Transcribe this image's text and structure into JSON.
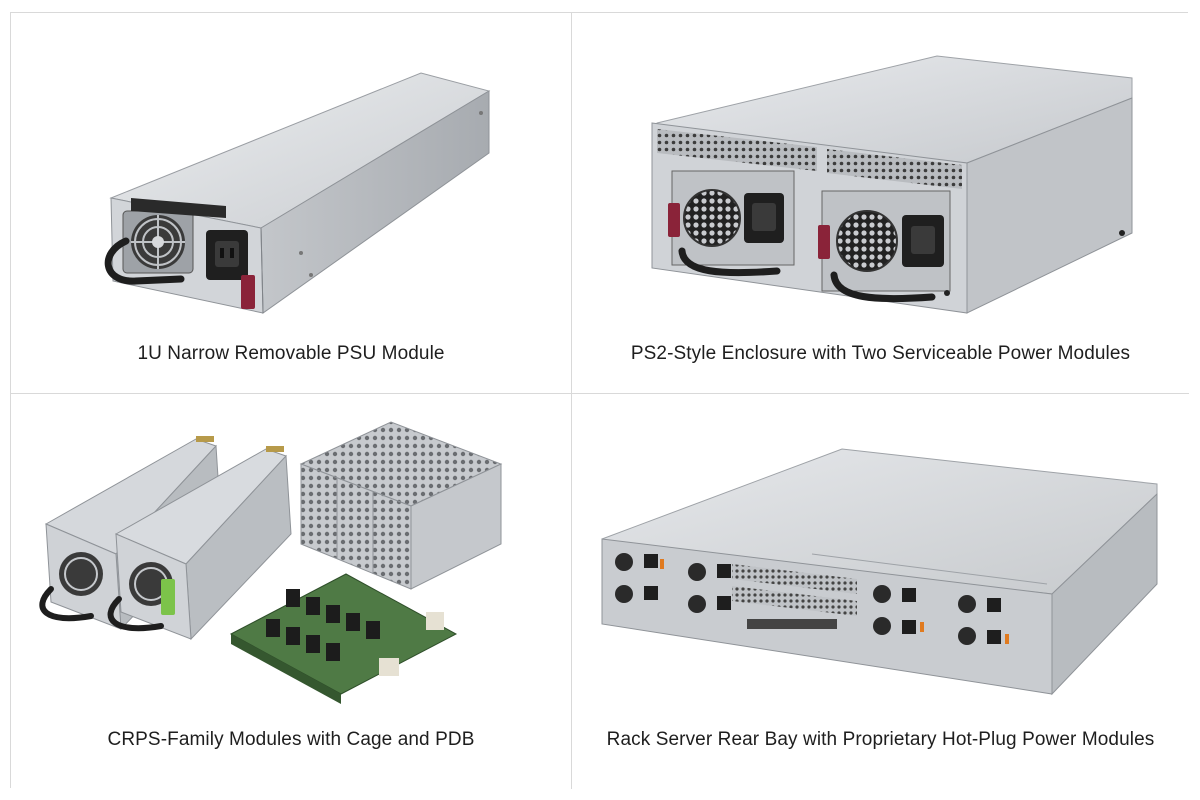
{
  "panels": [
    {
      "caption": "1U Narrow Removable PSU Module",
      "image": "psu-module-illustration"
    },
    {
      "caption": "PS2-Style Enclosure with Two Serviceable Power Modules",
      "image": "ps2-enclosure-illustration"
    },
    {
      "caption": "CRPS-Family Modules with Cage and PDB",
      "image": "crps-modules-cage-pdb-illustration"
    },
    {
      "caption": "Rack Server Rear Bay with Proprietary Hot-Plug Power Modules",
      "image": "rack-server-rear-illustration"
    }
  ],
  "colors": {
    "metal_light": "#d9dbde",
    "metal_mid": "#b7bbc0",
    "metal_dark": "#8e9297",
    "latch_red": "#8a2339",
    "latch_green": "#7cc34a",
    "pcb_green": "#4f7a45",
    "connector_black": "#1c1c1c"
  }
}
